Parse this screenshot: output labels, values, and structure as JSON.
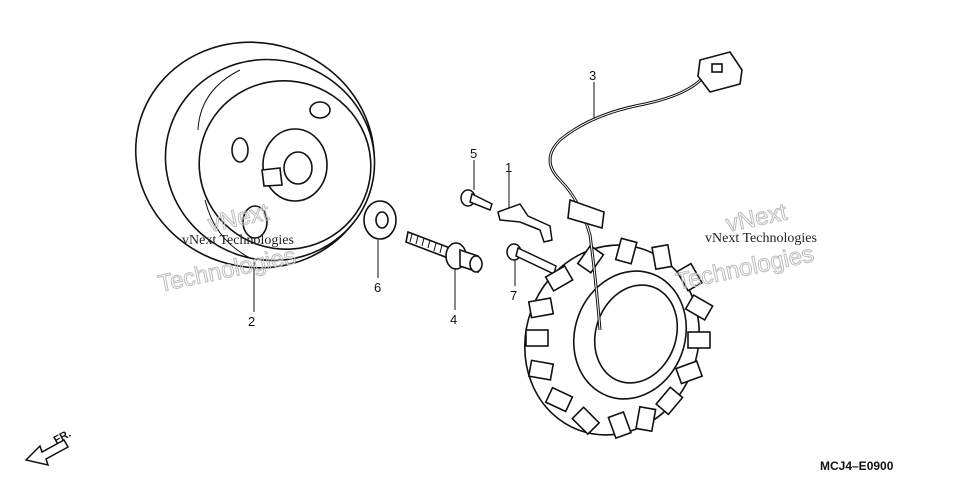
{
  "callouts": {
    "c1": "1",
    "c2": "2",
    "c3": "3",
    "c4": "4",
    "c5": "5",
    "c6": "6",
    "c7": "7"
  },
  "watermark": {
    "line1": "vNext Technologies",
    "big1": "vNext",
    "big2": "Technologies"
  },
  "direction_label": "FR.",
  "diagram_code": "MCJ4–E0900"
}
